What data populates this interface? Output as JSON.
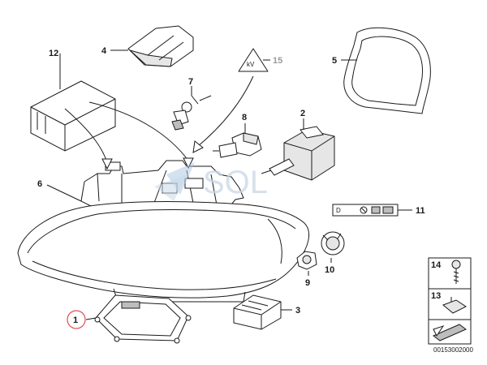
{
  "callouts": [
    {
      "id": "c1",
      "text": "1"
    },
    {
      "id": "c2",
      "text": "2"
    },
    {
      "id": "c3",
      "text": "3"
    },
    {
      "id": "c4",
      "text": "4"
    },
    {
      "id": "c5",
      "text": "5"
    },
    {
      "id": "c6",
      "text": "6"
    },
    {
      "id": "c7",
      "text": "7"
    },
    {
      "id": "c8",
      "text": "8"
    },
    {
      "id": "c9",
      "text": "9"
    },
    {
      "id": "c10",
      "text": "10"
    },
    {
      "id": "c11",
      "text": "11"
    },
    {
      "id": "c12",
      "text": "12"
    },
    {
      "id": "c13",
      "text": "13"
    },
    {
      "id": "c14",
      "text": "14"
    },
    {
      "id": "c15",
      "text": "15"
    }
  ],
  "watermark": "SOL",
  "warning_label_text": "D",
  "triangle_sign_text": "kV",
  "diagram_number": "00153002000",
  "colors": {
    "line": "#1a1a1a",
    "highlight_circle": "#e05050",
    "muted_label": "#9a9a9a",
    "watermark": "#c9d7e6"
  }
}
